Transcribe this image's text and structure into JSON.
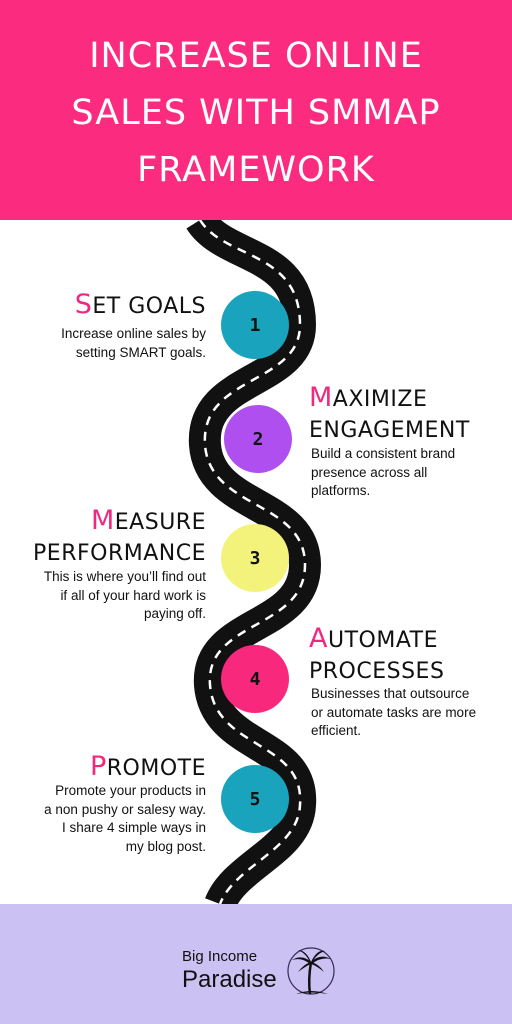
{
  "header": {
    "title_lines": [
      "INCREASE ONLINE",
      "SALES WITH SMMAP",
      "FRAMEWORK"
    ],
    "background": "#fb2b7f"
  },
  "steps": [
    {
      "number": "1",
      "initial": "S",
      "title_lines": [
        "ET GOALS"
      ],
      "description_lines": [
        "Increase online sales by",
        "setting SMART goals."
      ],
      "color": "#1aa3bd"
    },
    {
      "number": "2",
      "initial": "M",
      "title_lines": [
        "AXIMIZE",
        "ENGAGEMENT"
      ],
      "description_lines": [
        "Build a consistent brand",
        "presence across all",
        "platforms."
      ],
      "color": "#b04ff0"
    },
    {
      "number": "3",
      "initial": "M",
      "title_lines": [
        "EASURE",
        "PERFORMANCE"
      ],
      "description_lines": [
        "This is where you’ll find out",
        "if all of your hard work is",
        "paying off."
      ],
      "color": "#f3f37b"
    },
    {
      "number": "4",
      "initial": "A",
      "title_lines": [
        "UTOMATE",
        "PROCESSES"
      ],
      "description_lines": [
        "Businesses that outsource",
        "or automate tasks are more",
        "efficient."
      ],
      "color": "#f8287d"
    },
    {
      "number": "5",
      "initial": "P",
      "title_lines": [
        "ROMOTE"
      ],
      "description_lines": [
        "Promote your products in",
        "a non pushy or salesy way.",
        "I share 4 simple ways in",
        "my blog post."
      ],
      "color": "#1aa3bd"
    }
  ],
  "footer": {
    "brand_line1": "Big Income",
    "brand_line2": "Paradise",
    "logo_icon": "palm-tree-icon",
    "background": "#cbc1f2"
  },
  "colors": {
    "accent": "#f0287e",
    "road": "#111111"
  }
}
